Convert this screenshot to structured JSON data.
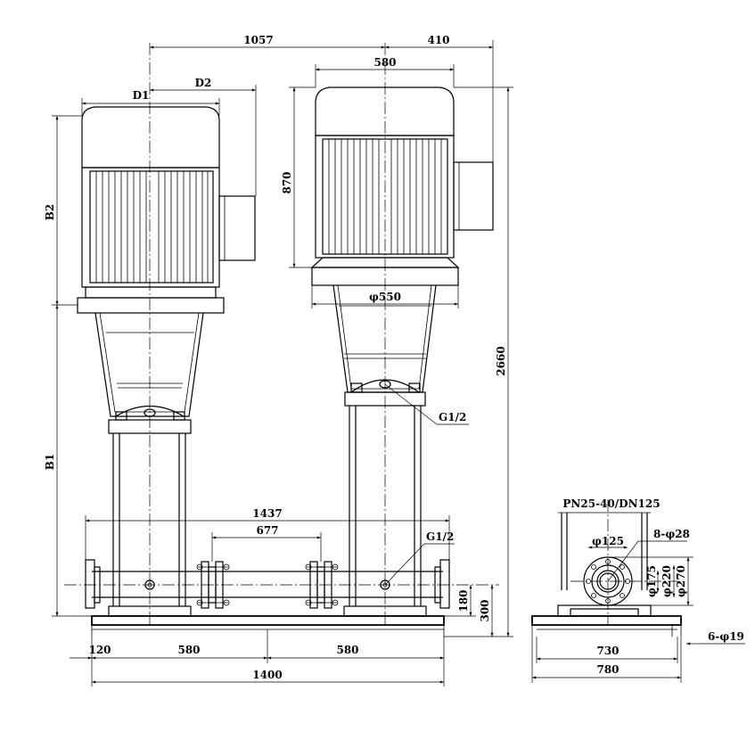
{
  "drawing": {
    "dims": {
      "d1057": "1057",
      "d410": "410",
      "d580top": "580",
      "D1": "D1",
      "D2": "D2",
      "d870": "870",
      "B2": "B2",
      "B1": "B1",
      "phi550": "φ550",
      "d2660": "2660",
      "g12a": "G1/2",
      "g12b": "G1/2",
      "d1437": "1437",
      "d677": "677",
      "d180": "180",
      "d300": "300",
      "d120": "120",
      "d580a": "580",
      "d580b": "580",
      "d1400": "1400"
    },
    "side": {
      "title": "PN25-40/DN125",
      "phi125": "φ125",
      "holes8": "8-φ28",
      "phi175": "φ175",
      "phi220": "φ220",
      "phi270": "φ270",
      "d730": "730",
      "d780": "780",
      "holes6": "6-φ19"
    }
  }
}
